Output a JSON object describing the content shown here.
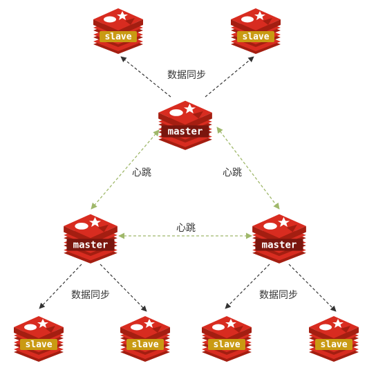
{
  "nodes": {
    "slave_top_left": {
      "label": "slave",
      "role": "slave"
    },
    "slave_top_right": {
      "label": "slave",
      "role": "slave"
    },
    "master_top": {
      "label": "master",
      "role": "master"
    },
    "master_left": {
      "label": "master",
      "role": "master"
    },
    "master_right": {
      "label": "master",
      "role": "master"
    },
    "slave_bottom_1": {
      "label": "slave",
      "role": "slave"
    },
    "slave_bottom_2": {
      "label": "slave",
      "role": "slave"
    },
    "slave_bottom_3": {
      "label": "slave",
      "role": "slave"
    },
    "slave_bottom_4": {
      "label": "slave",
      "role": "slave"
    }
  },
  "edges": {
    "sync_top": "数据同步",
    "heartbeat_left": "心跳",
    "heartbeat_right": "心跳",
    "heartbeat_middle": "心跳",
    "sync_bottom_left": "数据同步",
    "sync_bottom_right": "数据同步"
  },
  "colors": {
    "redis_red": "#d82c20",
    "redis_dark": "#a41e11",
    "slave_label_bg": "#c99a13",
    "master_label_bg": "#7a160e",
    "sync_arrow": "#333333",
    "heartbeat_arrow": "#9fb86a"
  },
  "icons": {
    "node": "redis-logo-icon"
  }
}
